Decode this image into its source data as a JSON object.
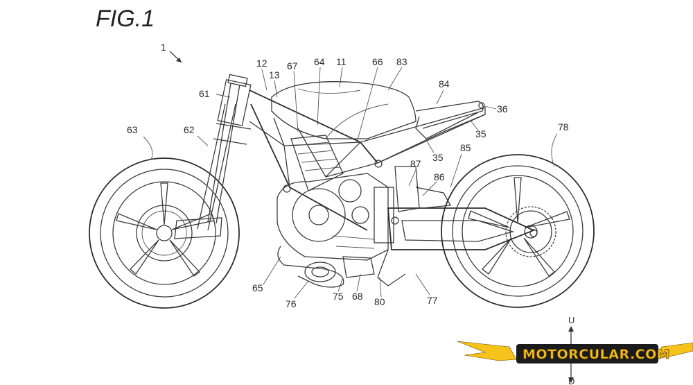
{
  "figure": {
    "title": "FIG.1",
    "ref_main": "1"
  },
  "labels": [
    {
      "id": "12",
      "text": "12"
    },
    {
      "id": "13",
      "text": "13"
    },
    {
      "id": "67",
      "text": "67"
    },
    {
      "id": "64",
      "text": "64"
    },
    {
      "id": "11",
      "text": "11"
    },
    {
      "id": "66",
      "text": "66"
    },
    {
      "id": "83",
      "text": "83"
    },
    {
      "id": "84",
      "text": "84"
    },
    {
      "id": "36",
      "text": "36"
    },
    {
      "id": "61",
      "text": "61"
    },
    {
      "id": "63",
      "text": "63"
    },
    {
      "id": "62",
      "text": "62"
    },
    {
      "id": "35a",
      "text": "35"
    },
    {
      "id": "35b",
      "text": "35"
    },
    {
      "id": "78",
      "text": "78"
    },
    {
      "id": "85",
      "text": "85"
    },
    {
      "id": "87",
      "text": "87"
    },
    {
      "id": "86",
      "text": "86"
    },
    {
      "id": "65",
      "text": "65"
    },
    {
      "id": "76",
      "text": "76"
    },
    {
      "id": "75",
      "text": "75"
    },
    {
      "id": "68",
      "text": "68"
    },
    {
      "id": "80",
      "text": "80"
    },
    {
      "id": "77",
      "text": "77"
    }
  ],
  "axis": {
    "up": "U",
    "down": "D"
  },
  "watermark": {
    "text": "MOTORCULAR.COM",
    "accent": "#f6c21c"
  }
}
